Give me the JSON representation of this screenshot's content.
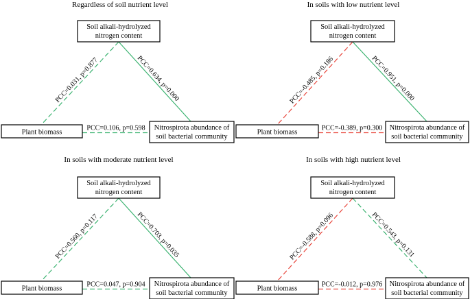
{
  "labels": {
    "soil_node": [
      "Soil alkali-hydrolyzed",
      "nitrogen content"
    ],
    "plant_node": "Plant biomass",
    "nitro_node": [
      "Nitrospirota abundance of",
      "soil bacterial community"
    ]
  },
  "colors": {
    "positive": "#3cb371",
    "negative": "#e8463c",
    "text": "#000000"
  },
  "panels": [
    {
      "title": "Regardless of soil nutrient level",
      "soil_plant": {
        "text": "PCC=0.031, p=0.877",
        "color": "positive",
        "style": "dashed"
      },
      "soil_nitro": {
        "text": "PCC=0.634, p=0.000",
        "color": "positive",
        "style": "solid"
      },
      "plant_nitro": {
        "text": "PCC=0.106, p=0.598",
        "color": "positive",
        "style": "dashed"
      }
    },
    {
      "title": "In soils with low nutrient level",
      "soil_plant": {
        "text": "PCC=-0.485, p=0.186",
        "color": "negative",
        "style": "dashed"
      },
      "soil_nitro": {
        "text": "PCC=0.951, p=0.000",
        "color": "positive",
        "style": "solid"
      },
      "plant_nitro": {
        "text": "PCC=-0.389, p=0.300",
        "color": "negative",
        "style": "dashed"
      }
    },
    {
      "title": "In soils with moderate nutrient level",
      "soil_plant": {
        "text": "PCC=0.560, p=0.117",
        "color": "positive",
        "style": "dashed"
      },
      "soil_nitro": {
        "text": "PCC=0.703, p=0.035",
        "color": "positive",
        "style": "solid"
      },
      "plant_nitro": {
        "text": "PCC=0.047, p=0.904",
        "color": "positive",
        "style": "dashed"
      }
    },
    {
      "title": "In soils with high nutrient level",
      "soil_plant": {
        "text": "PCC=-0.588, p=0.096",
        "color": "negative",
        "style": "dashed"
      },
      "soil_nitro": {
        "text": "PCC=0.543, p=0.131",
        "color": "positive",
        "style": "dashed"
      },
      "plant_nitro": {
        "text": "PCC=-0.012, p=0.976",
        "color": "negative",
        "style": "dashed"
      }
    }
  ]
}
